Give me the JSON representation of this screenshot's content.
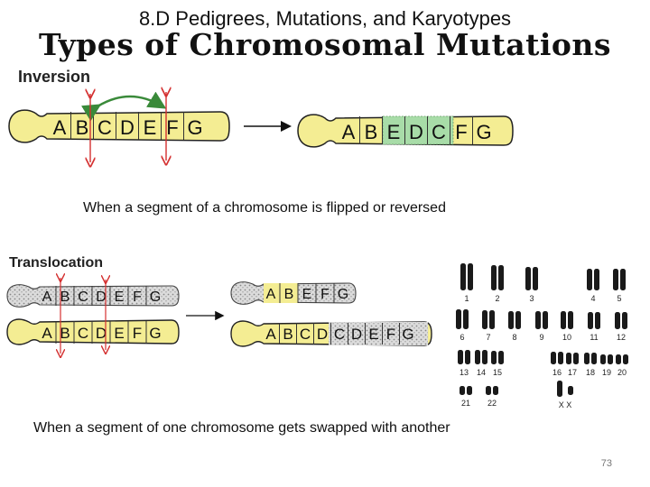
{
  "slide": {
    "supertitle": "8.D Pedigrees, Mutations, and Karyotypes",
    "title": "Types of Chromosomal Mutations",
    "page_number": "73"
  },
  "inversion": {
    "heading": "Inversion",
    "before_genes": [
      "A",
      "B",
      "C",
      "D",
      "E",
      "F",
      "G"
    ],
    "after_genes": [
      "A",
      "B",
      "E",
      "D",
      "C",
      "F",
      "G"
    ],
    "caption": "When a segment of a chromosome is flipped or reversed"
  },
  "translocation": {
    "heading": "Translocation",
    "before_top_genes": [
      "A",
      "B",
      "C",
      "D",
      "E",
      "F",
      "G"
    ],
    "before_bottom_genes": [
      "A",
      "B",
      "C",
      "D",
      "E",
      "F",
      "G"
    ],
    "after_top_genes": [
      "A",
      "B",
      "E",
      "F",
      "G"
    ],
    "after_bottom_genes": [
      "A",
      "B",
      "C",
      "D",
      "C",
      "D",
      "E",
      "F",
      "G"
    ],
    "caption": "When a segment of one chromosome gets swapped with another"
  },
  "karyotype": {
    "labels": [
      "1",
      "2",
      "3",
      "4",
      "5",
      "6",
      "7",
      "8",
      "9",
      "10",
      "11",
      "12",
      "13",
      "14",
      "15",
      "16",
      "17",
      "18",
      "19",
      "20",
      "21",
      "22",
      "X X"
    ]
  },
  "colors": {
    "chromosome_yellow": "#f4ed93",
    "chromosome_gray": "#cfcfcf",
    "inverted_green": "#a8dca8",
    "arrow_red": "#d43030",
    "arc_green": "#3a8a3a"
  }
}
